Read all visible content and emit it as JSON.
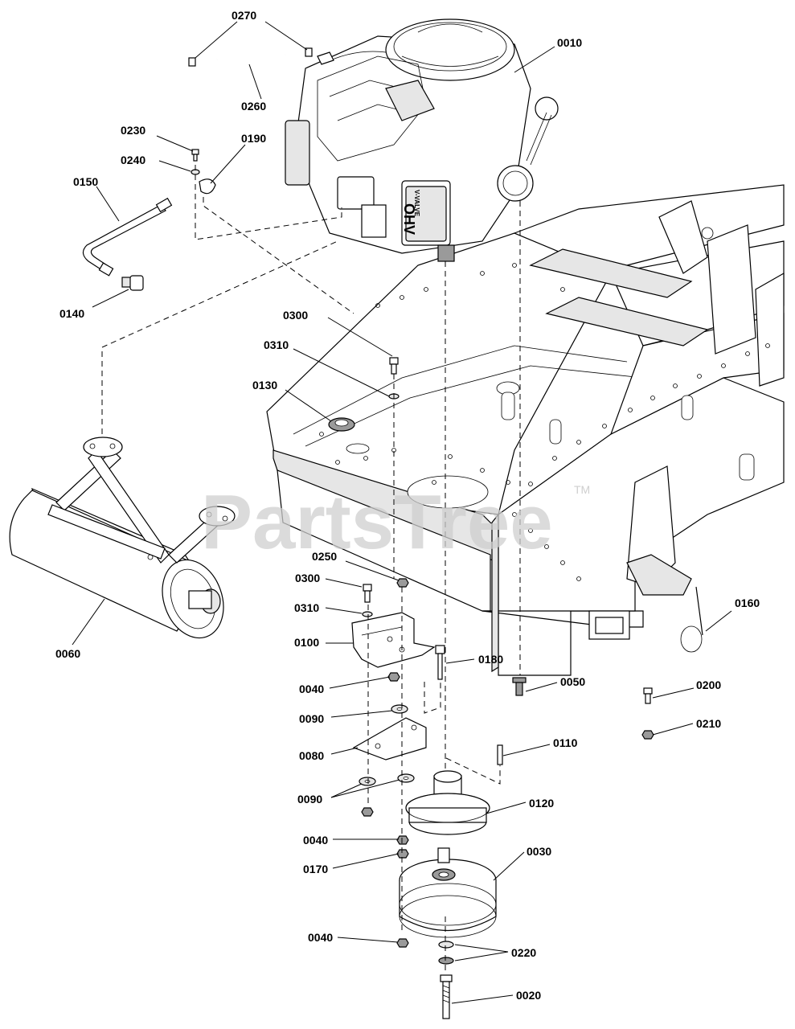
{
  "watermark": {
    "brand": "PartsTree",
    "trademark": "TM"
  },
  "engine_markings": {
    "model": "OHV",
    "subtitle": "V-VALVE"
  },
  "callouts": [
    {
      "id": "c0270",
      "number": "0270"
    },
    {
      "id": "c0010",
      "number": "0010"
    },
    {
      "id": "c0260",
      "number": "0260"
    },
    {
      "id": "c0230",
      "number": "0230"
    },
    {
      "id": "c0190",
      "number": "0190"
    },
    {
      "id": "c0240",
      "number": "0240"
    },
    {
      "id": "c0150",
      "number": "0150"
    },
    {
      "id": "c0140",
      "number": "0140"
    },
    {
      "id": "c0300a",
      "number": "0300"
    },
    {
      "id": "c0310a",
      "number": "0310"
    },
    {
      "id": "c0130",
      "number": "0130"
    },
    {
      "id": "c0250",
      "number": "0250"
    },
    {
      "id": "c0300b",
      "number": "0300"
    },
    {
      "id": "c0310b",
      "number": "0310"
    },
    {
      "id": "c0100",
      "number": "0100"
    },
    {
      "id": "c0060",
      "number": "0060"
    },
    {
      "id": "c0180",
      "number": "0180"
    },
    {
      "id": "c0040a",
      "number": "0040"
    },
    {
      "id": "c0050",
      "number": "0050"
    },
    {
      "id": "c0160",
      "number": "0160"
    },
    {
      "id": "c0200",
      "number": "0200"
    },
    {
      "id": "c0090a",
      "number": "0090"
    },
    {
      "id": "c0210",
      "number": "0210"
    },
    {
      "id": "c0080",
      "number": "0080"
    },
    {
      "id": "c0110",
      "number": "0110"
    },
    {
      "id": "c0090b",
      "number": "0090"
    },
    {
      "id": "c0120",
      "number": "0120"
    },
    {
      "id": "c0040b",
      "number": "0040"
    },
    {
      "id": "c0170",
      "number": "0170"
    },
    {
      "id": "c0030",
      "number": "0030"
    },
    {
      "id": "c0040c",
      "number": "0040"
    },
    {
      "id": "c0220",
      "number": "0220"
    },
    {
      "id": "c0020",
      "number": "0020"
    }
  ]
}
